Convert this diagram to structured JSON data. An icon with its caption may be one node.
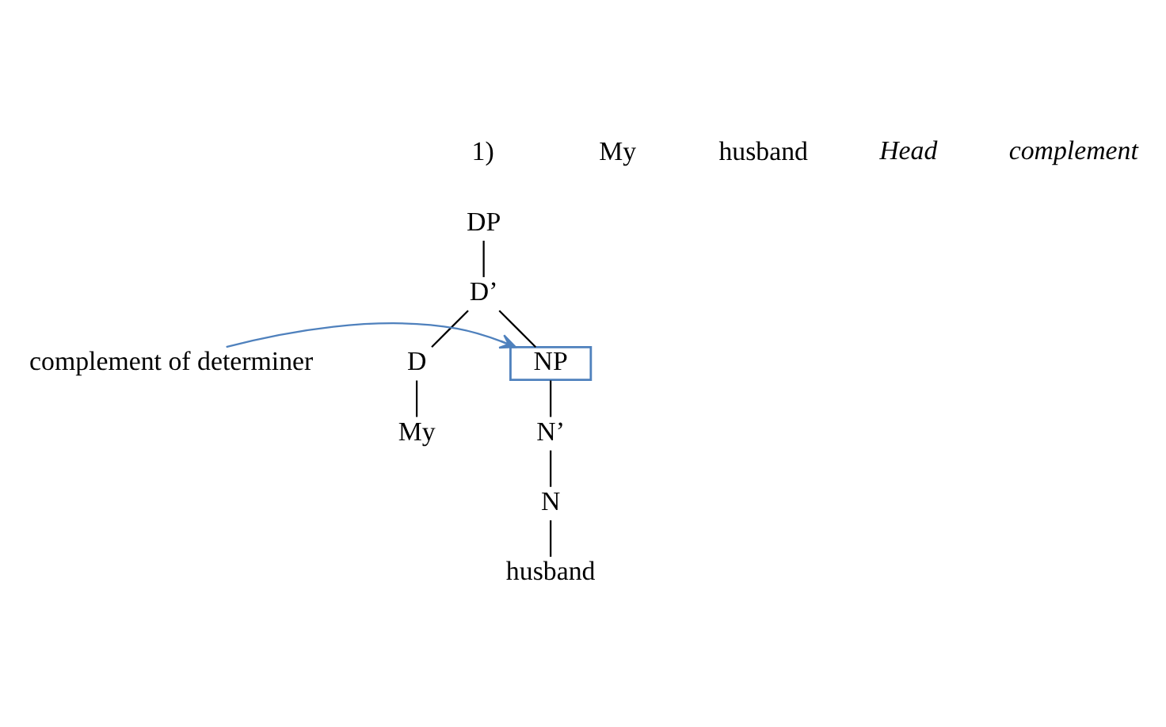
{
  "diagram": {
    "nodes": [
      {
        "text": [
          "DP"
        ]
      },
      {
        "text": [
          "D’"
        ]
      },
      {
        "text": [
          "D"
        ]
      },
      {
        "text": [
          "NP"
        ]
      },
      {
        "text": [
          "N’"
        ]
      },
      {
        "text": [
          "N"
        ]
      },
      {
        "text": [
          "My"
        ]
      },
      {
        "text": [
          "husband"
        ]
      },
      {
        "text": [
          "complement of determiner"
        ]
      }
    ],
    "edges": [
      {
        "from": 0,
        "to": 1,
        "arrow": "none"
      },
      {
        "from": 1,
        "to": 2,
        "arrow": "none"
      },
      {
        "from": 1,
        "to": 3,
        "arrow": "none"
      },
      {
        "from": 3,
        "to": 4,
        "arrow": "none"
      },
      {
        "from": 4,
        "to": 5,
        "arrow": "none"
      },
      {
        "from": 2,
        "to": 6,
        "arrow": "none"
      },
      {
        "from": 5,
        "to": 7,
        "arrow": "none"
      },
      {
        "from": 8,
        "to": 3,
        "arrow": "to",
        "color": "#4f81bd"
      }
    ],
    "labels": [
      "1)",
      "My",
      "husband",
      "Head",
      "complement"
    ]
  }
}
